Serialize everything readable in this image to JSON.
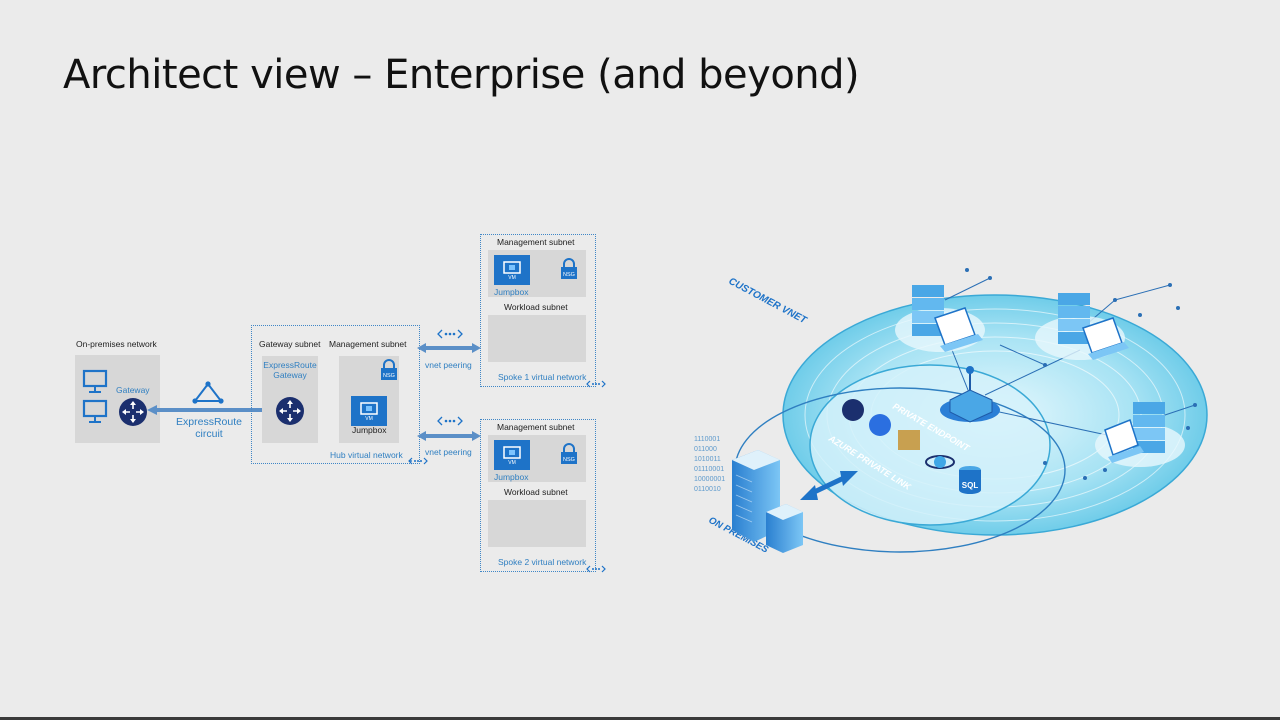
{
  "slide": {
    "title": "Architect view – Enterprise (and beyond)"
  },
  "left_diagram": {
    "onprem": {
      "label": "On-premises network",
      "gateway_label": "Gateway"
    },
    "expressroute": {
      "label_line1": "ExpressRoute",
      "label_line2": "circuit"
    },
    "hub": {
      "gateway_subnet_label": "Gateway subnet",
      "er_gateway_line1": "ExpressRoute",
      "er_gateway_line2": "Gateway",
      "management_subnet_label": "Management subnet",
      "nsg_label": "NSG",
      "vm_label": "VM",
      "jumpbox_label": "Jumpbox",
      "network_label": "Hub virtual network"
    },
    "peering_top": "vnet peering",
    "peering_bottom": "vnet peering",
    "spoke1": {
      "management_subnet_label": "Management subnet",
      "vm_label": "VM",
      "nsg_label": "NSG",
      "jumpbox_label": "Jumpbox",
      "workload_subnet_label": "Workload subnet",
      "network_label": "Spoke 1 virtual network"
    },
    "spoke2": {
      "management_subnet_label": "Management subnet",
      "vm_label": "VM",
      "nsg_label": "NSG",
      "jumpbox_label": "Jumpbox",
      "workload_subnet_label": "Workload subnet",
      "network_label": "Spoke 2 virtual network"
    }
  },
  "right_diagram": {
    "customer_vnet": "CUSTOMER VNET",
    "private_endpoint": "PRIVATE ENDPOINT",
    "azure_private_link": "AZURE PRIVATE LINK",
    "on_premises": "ON PREMISES",
    "sql_label": "SQL",
    "binary_lines": [
      "1110001",
      "011000",
      "1010011",
      "01110001",
      "10000001",
      "0110010"
    ]
  },
  "colors": {
    "accent_blue": "#1e73c8",
    "line_blue": "#5b8fc7",
    "label_blue": "#2f7fc1",
    "dotted_border": "#3f86c6",
    "gray_box": "#d7d7d7",
    "ellipse_cyan": "#7fd6ef"
  }
}
